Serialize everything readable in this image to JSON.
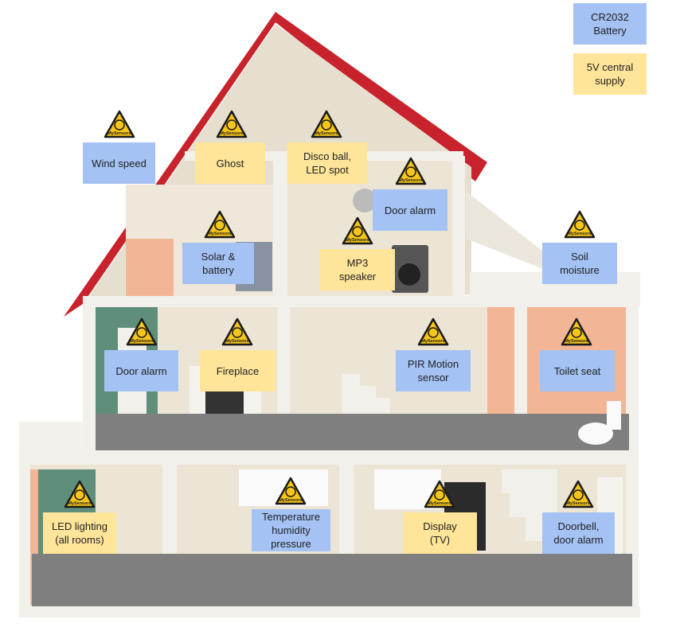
{
  "legend": [
    {
      "id": "legend-cr2032",
      "text": "CR2032\nBattery",
      "power": "battery"
    },
    {
      "id": "legend-5v",
      "text": "5V central\nsupply",
      "power": "central"
    }
  ],
  "colors": {
    "battery": "#a4c2f4",
    "central": "#ffe599",
    "roof": "#c8232c",
    "badge": "#f5c518",
    "floor": "#7f7f7f",
    "wall": "#e6dfd0",
    "trim": "#f2f0ea",
    "salmon": "#f2b596",
    "teal": "#5f8f7a"
  },
  "icons": {
    "sensor_badge": "mysensors-warning-icon",
    "brand_text": "MySensors"
  },
  "labels": [
    {
      "id": "wind-speed",
      "text": "Wind speed",
      "power": "battery"
    },
    {
      "id": "ghost",
      "text": "Ghost",
      "power": "central"
    },
    {
      "id": "disco-ball",
      "text": "Disco ball,\nLED spot",
      "power": "central"
    },
    {
      "id": "door-alarm-attic",
      "text": "Door alarm",
      "power": "battery"
    },
    {
      "id": "solar-battery",
      "text": "Solar &\nbattery",
      "power": "battery"
    },
    {
      "id": "mp3-speaker",
      "text": "MP3\nspeaker",
      "power": "central"
    },
    {
      "id": "soil-moisture",
      "text": "Soil\nmoisture",
      "power": "battery"
    },
    {
      "id": "door-alarm-middle",
      "text": "Door alarm",
      "power": "battery"
    },
    {
      "id": "fireplace",
      "text": "Fireplace",
      "power": "central"
    },
    {
      "id": "pir-motion",
      "text": "PIR Motion\nsensor",
      "power": "battery"
    },
    {
      "id": "toilet-seat",
      "text": "Toilet seat",
      "power": "battery"
    },
    {
      "id": "led-lighting",
      "text": "LED lighting\n(all rooms)",
      "power": "central"
    },
    {
      "id": "temperature",
      "text": "Temperature\nhumidity\npressure",
      "power": "battery"
    },
    {
      "id": "display-tv",
      "text": "Display\n(TV)",
      "power": "central"
    },
    {
      "id": "doorbell",
      "text": "Doorbell,\ndoor alarm",
      "power": "battery"
    }
  ]
}
